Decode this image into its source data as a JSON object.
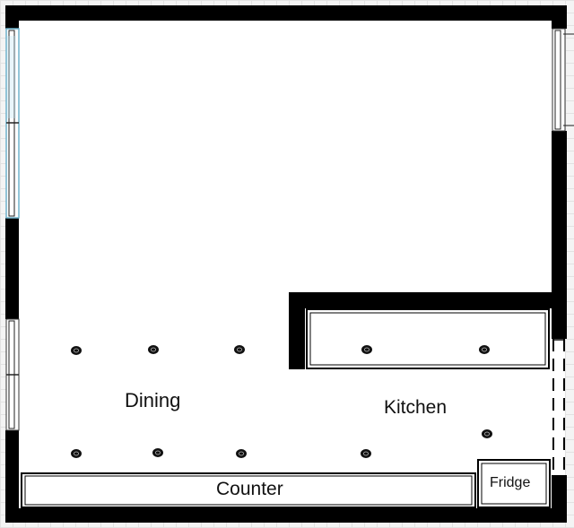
{
  "rooms": {
    "dining": "Dining",
    "kitchen": "Kitchen"
  },
  "fixtures": {
    "counter": "Counter",
    "fridge": "Fridge"
  },
  "colors": {
    "wall": "#000000",
    "floor": "#ffffff",
    "window_glass": "#bfe6f3",
    "grid_background": "#f4f4f4"
  },
  "symbols": {
    "ceiling_light": "recessed-light-icon",
    "window": "window-icon",
    "door": "door-icon"
  }
}
